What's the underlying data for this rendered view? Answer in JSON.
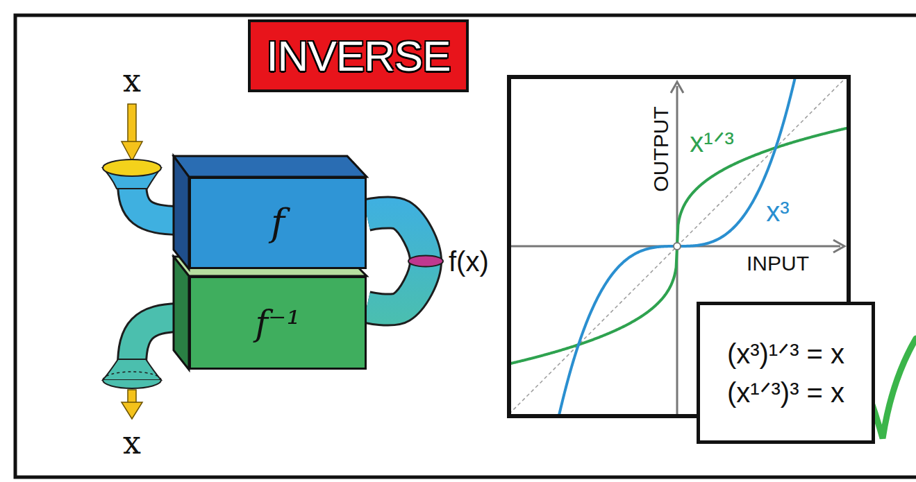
{
  "diagram": {
    "title": "INVERSE",
    "nodes": [
      {
        "text": [
          "f"
        ]
      },
      {
        "text": [
          "f⁻¹"
        ]
      },
      {
        "text": [
          "OUTPUT",
          "INPUT",
          "x¹ᐟ³",
          "x³"
        ]
      },
      {
        "text": [
          "(x³)¹ᐟ³ = x",
          "(x¹ᐟ³)³ = x"
        ]
      }
    ],
    "edges": [
      {
        "from": 0,
        "to": 1,
        "label": "f(x)",
        "arrow": "none"
      }
    ],
    "labels": [
      "x",
      "x"
    ]
  }
}
